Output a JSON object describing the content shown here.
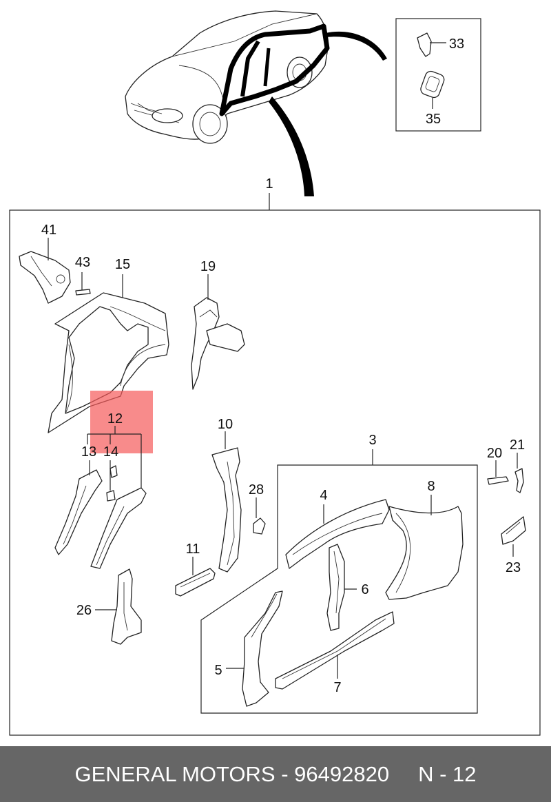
{
  "labels": {
    "p1": "1",
    "p3": "3",
    "p4": "4",
    "p5": "5",
    "p6": "6",
    "p7": "7",
    "p8": "8",
    "p10": "10",
    "p11": "11",
    "p12": "12",
    "p13": "13",
    "p14": "14",
    "p15": "15",
    "p19": "19",
    "p20": "20",
    "p21": "21",
    "p23": "23",
    "p26": "26",
    "p28": "28",
    "p33": "33",
    "p35": "35",
    "p41": "41",
    "p43": "43"
  },
  "footer": {
    "maker": "GENERAL MOTORS - 96492820",
    "page": "N - 12"
  },
  "colors": {
    "highlight": "#f55a5a",
    "footer_bg": "#666666"
  }
}
